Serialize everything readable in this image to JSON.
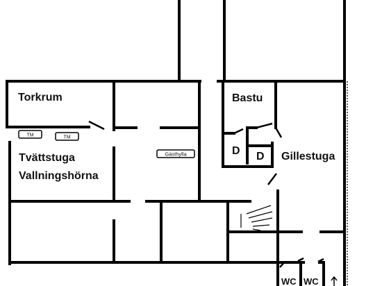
{
  "floorplan": {
    "rooms": {
      "torkrum": "Torkrum",
      "tvattstuga": "Tvättstuga",
      "vallningshorna": "Vallningshörna",
      "bastu": "Bastu",
      "gillestuga": "Gillestuga",
      "dusch_1": "D",
      "dusch_2": "D",
      "wc_1": "WC",
      "wc_2": "WC"
    },
    "appliances": {
      "tm_1": "TM",
      "tm_2": "TM",
      "gasthylla": "Gästhylla"
    },
    "colors": {
      "wall": "#000000",
      "background": "#ffffff"
    }
  }
}
